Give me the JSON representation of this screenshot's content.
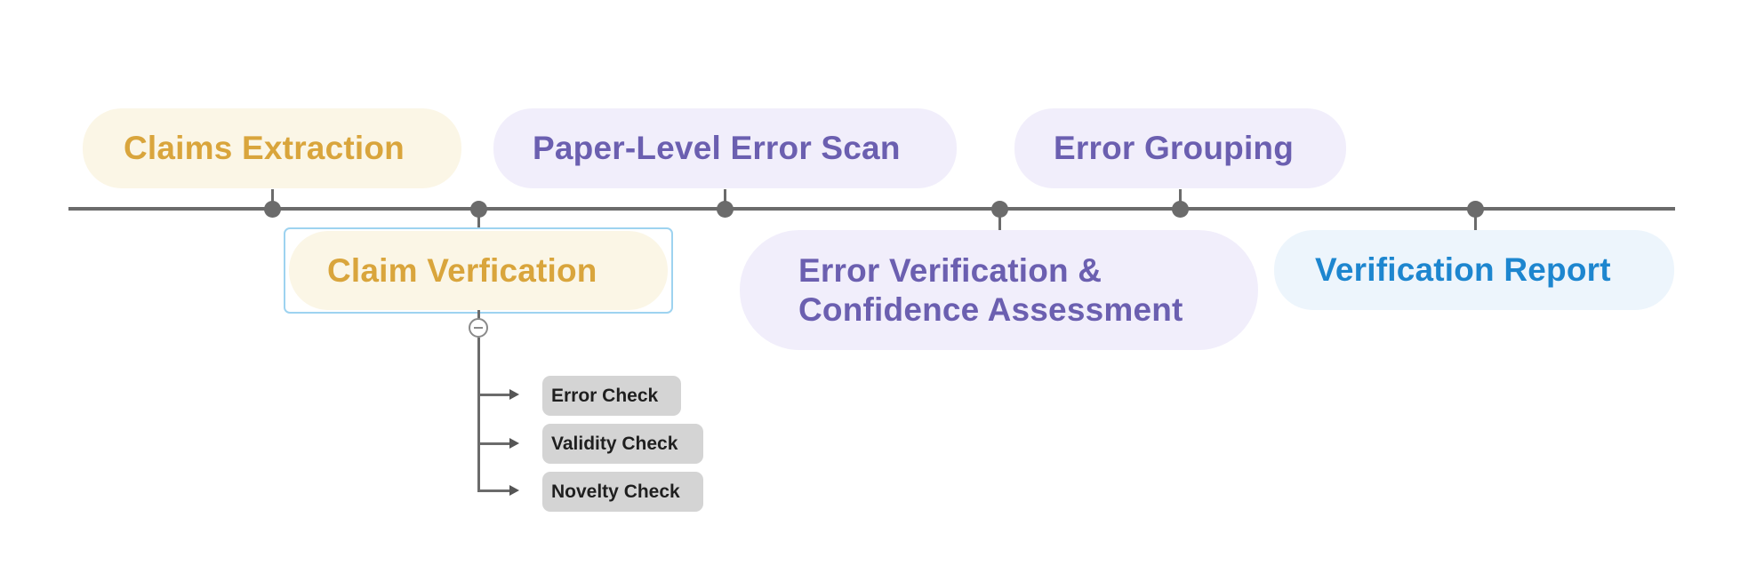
{
  "timeline": {
    "nodes_above": [
      {
        "label": "Claims Extraction",
        "color": "#d9a53c"
      },
      {
        "label": "Paper-Level Error Scan",
        "color": "#6b5fb0"
      },
      {
        "label": "Error Grouping",
        "color": "#6b5fb0"
      }
    ],
    "nodes_below": [
      {
        "label": "Claim Verfication",
        "color": "#d9a53c"
      },
      {
        "label_line1": "Error Verification &",
        "label_line2": "Confidence Assessment",
        "color": "#6b5fb0"
      },
      {
        "label": "Verification Report",
        "color": "#1d86cf"
      }
    ]
  },
  "subtopics": [
    {
      "label": "Error Check"
    },
    {
      "label": "Validity Check"
    },
    {
      "label": "Novelty Check"
    }
  ]
}
